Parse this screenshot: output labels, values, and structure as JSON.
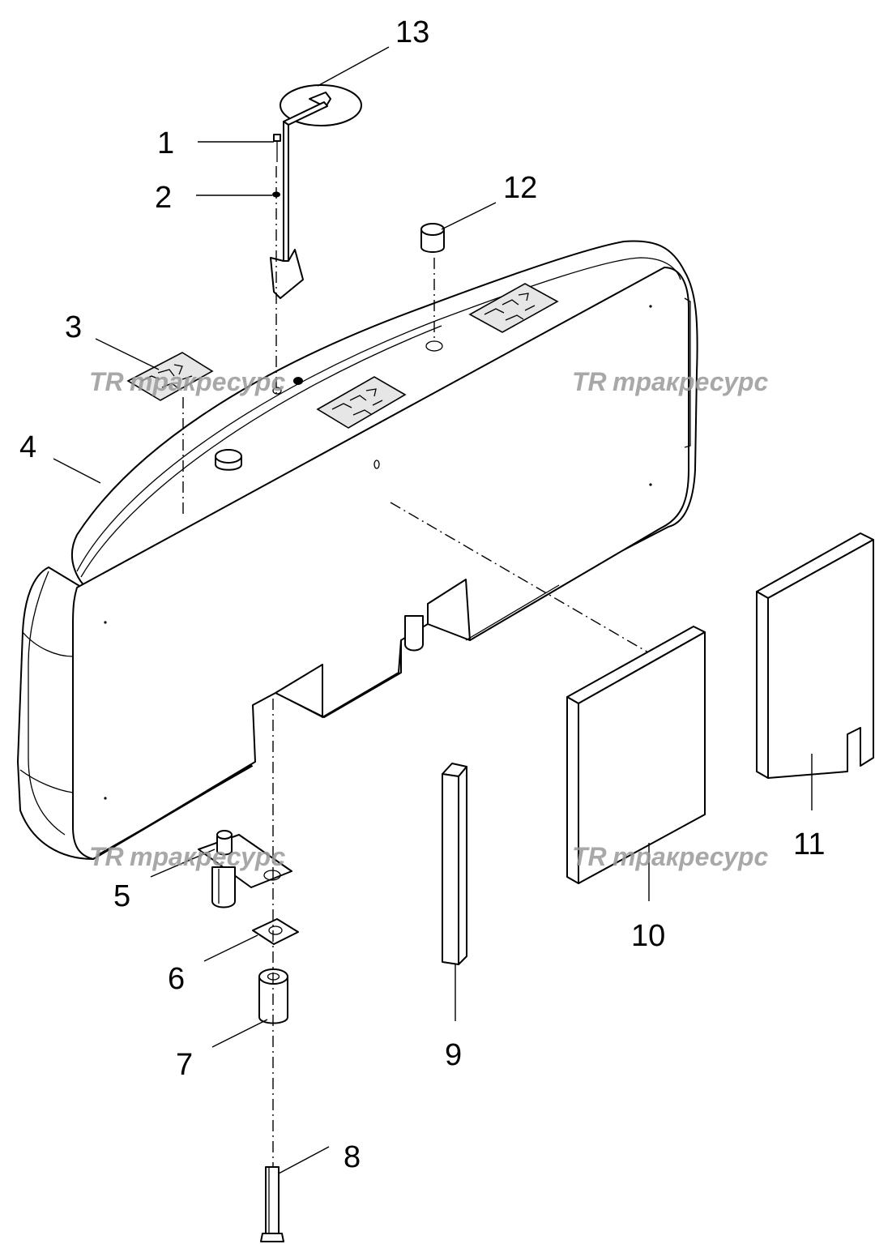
{
  "callouts": [
    {
      "id": "c1",
      "text": "1"
    },
    {
      "id": "c2",
      "text": "2"
    },
    {
      "id": "c3",
      "text": "3"
    },
    {
      "id": "c4",
      "text": "4"
    },
    {
      "id": "c5",
      "text": "5"
    },
    {
      "id": "c6",
      "text": "6"
    },
    {
      "id": "c7",
      "text": "7"
    },
    {
      "id": "c8",
      "text": "8"
    },
    {
      "id": "c9",
      "text": "9"
    },
    {
      "id": "c10",
      "text": "10"
    },
    {
      "id": "c11",
      "text": "11"
    },
    {
      "id": "c12",
      "text": "12"
    },
    {
      "id": "c13",
      "text": "13"
    }
  ],
  "watermark": {
    "logo_text": "TR",
    "text": "тракресурс"
  },
  "colors": {
    "line": "#000000",
    "background": "#ffffff",
    "watermark": "#9a9a9a"
  }
}
